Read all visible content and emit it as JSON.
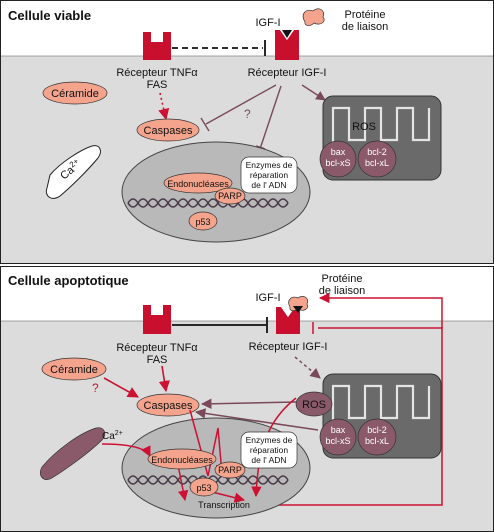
{
  "colors": {
    "panel_fill": "#dcdcdc",
    "membrane": "#ffffff",
    "receptor_red": "#c8102e",
    "salmon": "#f4a48c",
    "dark_grey": "#6a6a6a",
    "mauve": "#8a5a6a",
    "nucleus": "#b9b9b9",
    "dna_dark": "#4a3a48",
    "arrow_red": "#cc1133",
    "arrow_mauve": "#7a4a5a"
  },
  "panel1": {
    "title": "Cellule viable",
    "igf1": "IGF-I",
    "binding_protein_l1": "Protéine",
    "binding_protein_l2": "de liaison",
    "tnf_receptor_l1": "Récepteur TNFα",
    "tnf_receptor_l2": "FAS",
    "igf_receptor": "Récepteur IGF-I",
    "ceramide": "Céramide",
    "caspases": "Caspases",
    "question": "?",
    "ca": "Ca",
    "ca_sup": "2+",
    "ros": "ROS",
    "bax_l1": "bax",
    "bax_l2": "bcl-xS",
    "bcl2_l1": "bcl-2",
    "bcl2_l2": "bcl-xL",
    "endonucleases": "Endonucléases",
    "parp": "PARP",
    "p53": "p53",
    "enzymes_l1": "Enzymes de",
    "enzymes_l2": "réparation",
    "enzymes_l3": "de l' ADN"
  },
  "panel2": {
    "title": "Cellule apoptotique",
    "igf1": "IGF-I",
    "binding_protein_l1": "Protéine",
    "binding_protein_l2": "de liaison",
    "tnf_receptor_l1": "Récepteur TNFα",
    "tnf_receptor_l2": "FAS",
    "igf_receptor": "Récepteur IGF-I",
    "ceramide": "Céramide",
    "question": "?",
    "caspases": "Caspases",
    "ca": "Ca",
    "ca_sup": "2+",
    "ros": "ROS",
    "bax_l1": "bax",
    "bax_l2": "bcl-xS",
    "bcl2_l1": "bcl-2",
    "bcl2_l2": "bcl-xL",
    "endonucleases": "Endonucléases",
    "parp": "PARP",
    "p53": "p53",
    "enzymes_l1": "Enzymes de",
    "enzymes_l2": "réparation",
    "enzymes_l3": "de l' ADN",
    "transcription": "Transcription"
  }
}
